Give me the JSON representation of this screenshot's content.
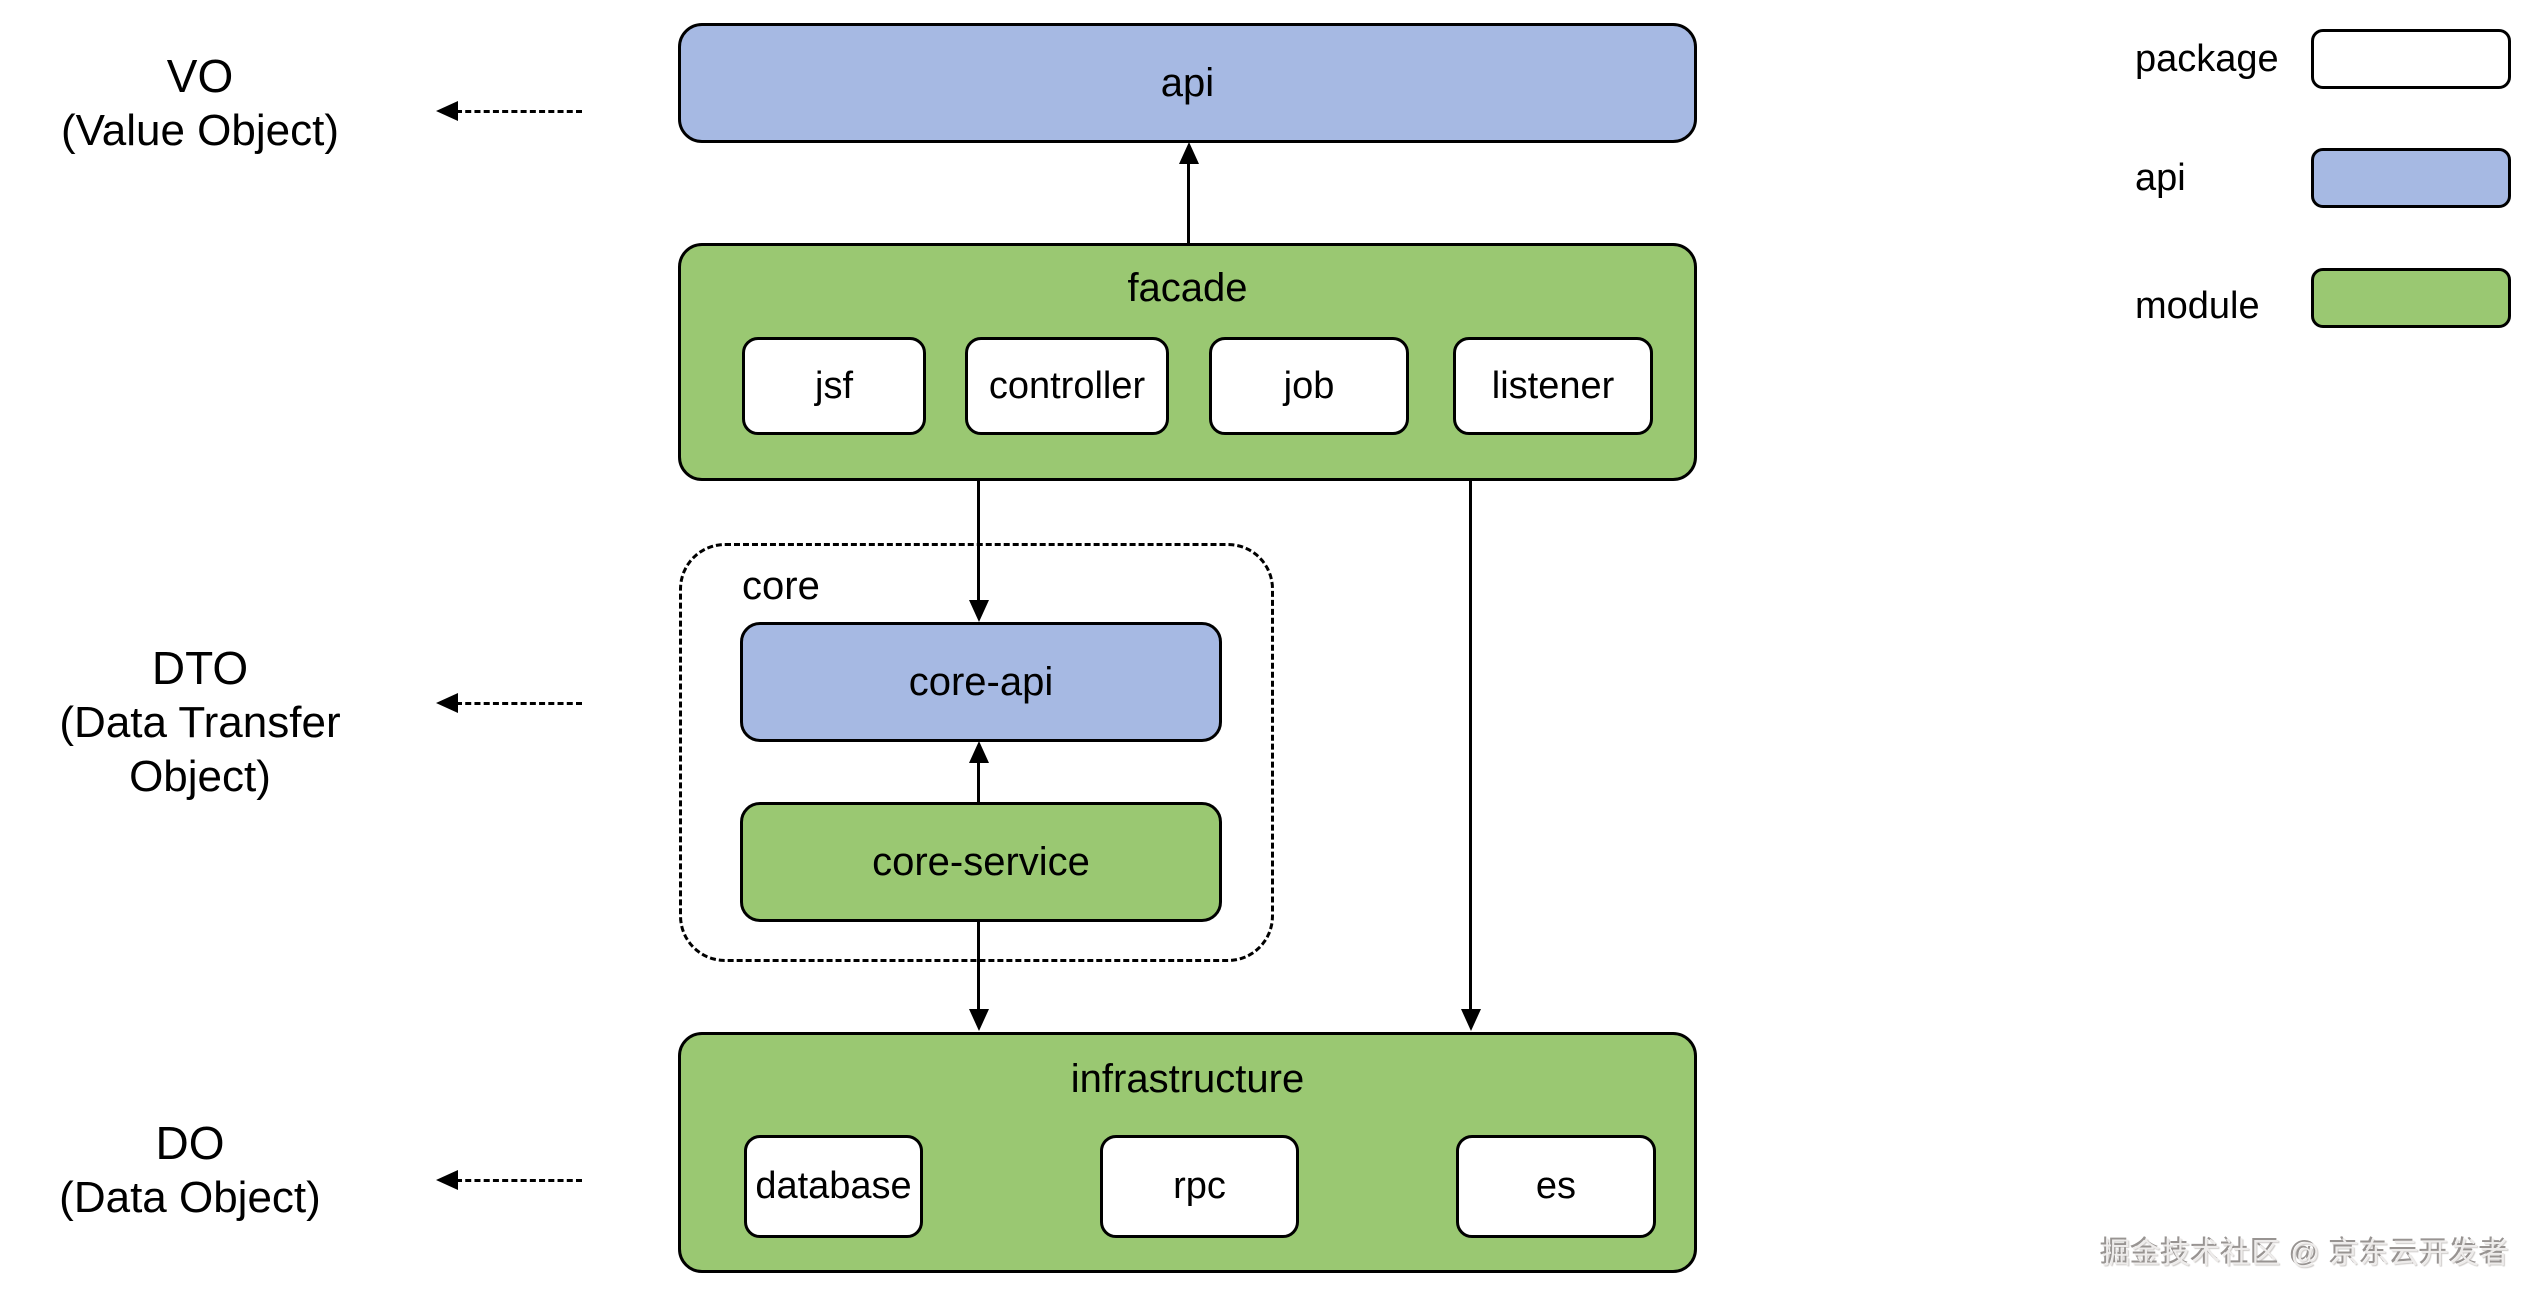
{
  "colors": {
    "api_fill": "#A6B9E3",
    "module_fill": "#9AC872",
    "package_fill": "#FFFFFF",
    "border": "#000000",
    "background": "#FFFFFF",
    "watermark_gray": "#989492"
  },
  "annotations": {
    "vo": {
      "title": "VO",
      "subtitle": "(Value Object)"
    },
    "dto": {
      "title": "DTO",
      "subtitle": "(Data Transfer Object)"
    },
    "do": {
      "title": "DO",
      "subtitle": "(Data Object)"
    }
  },
  "nodes": {
    "api": "api",
    "facade": "facade",
    "facade_children": [
      "jsf",
      "controller",
      "job",
      "listener"
    ],
    "core": "core",
    "core_api": "core-api",
    "core_service": "core-service",
    "infrastructure": "infrastructure",
    "infrastructure_children": [
      "database",
      "rpc",
      "es"
    ]
  },
  "edges": [
    {
      "from": "facade",
      "to": "api",
      "style": "solid-arrow-up"
    },
    {
      "from": "facade",
      "to": "core-api",
      "style": "solid-arrow-down"
    },
    {
      "from": "core-service",
      "to": "core-api",
      "style": "solid-arrow-up"
    },
    {
      "from": "core-service",
      "to": "infrastructure",
      "style": "solid-arrow-down"
    },
    {
      "from": "facade",
      "to": "infrastructure",
      "style": "solid-arrow-down"
    },
    {
      "from": "api-row",
      "to": "VO annotation",
      "style": "dashed-arrow-left"
    },
    {
      "from": "core-row",
      "to": "DTO annotation",
      "style": "dashed-arrow-left"
    },
    {
      "from": "infrastructure-row",
      "to": "DO annotation",
      "style": "dashed-arrow-left"
    }
  ],
  "legend": {
    "items": [
      {
        "label": "package",
        "swatch": "package"
      },
      {
        "label": "api",
        "swatch": "api"
      },
      {
        "label": "module",
        "swatch": "module"
      }
    ]
  },
  "watermark": "掘金技术社区 @ 京东云开发者"
}
